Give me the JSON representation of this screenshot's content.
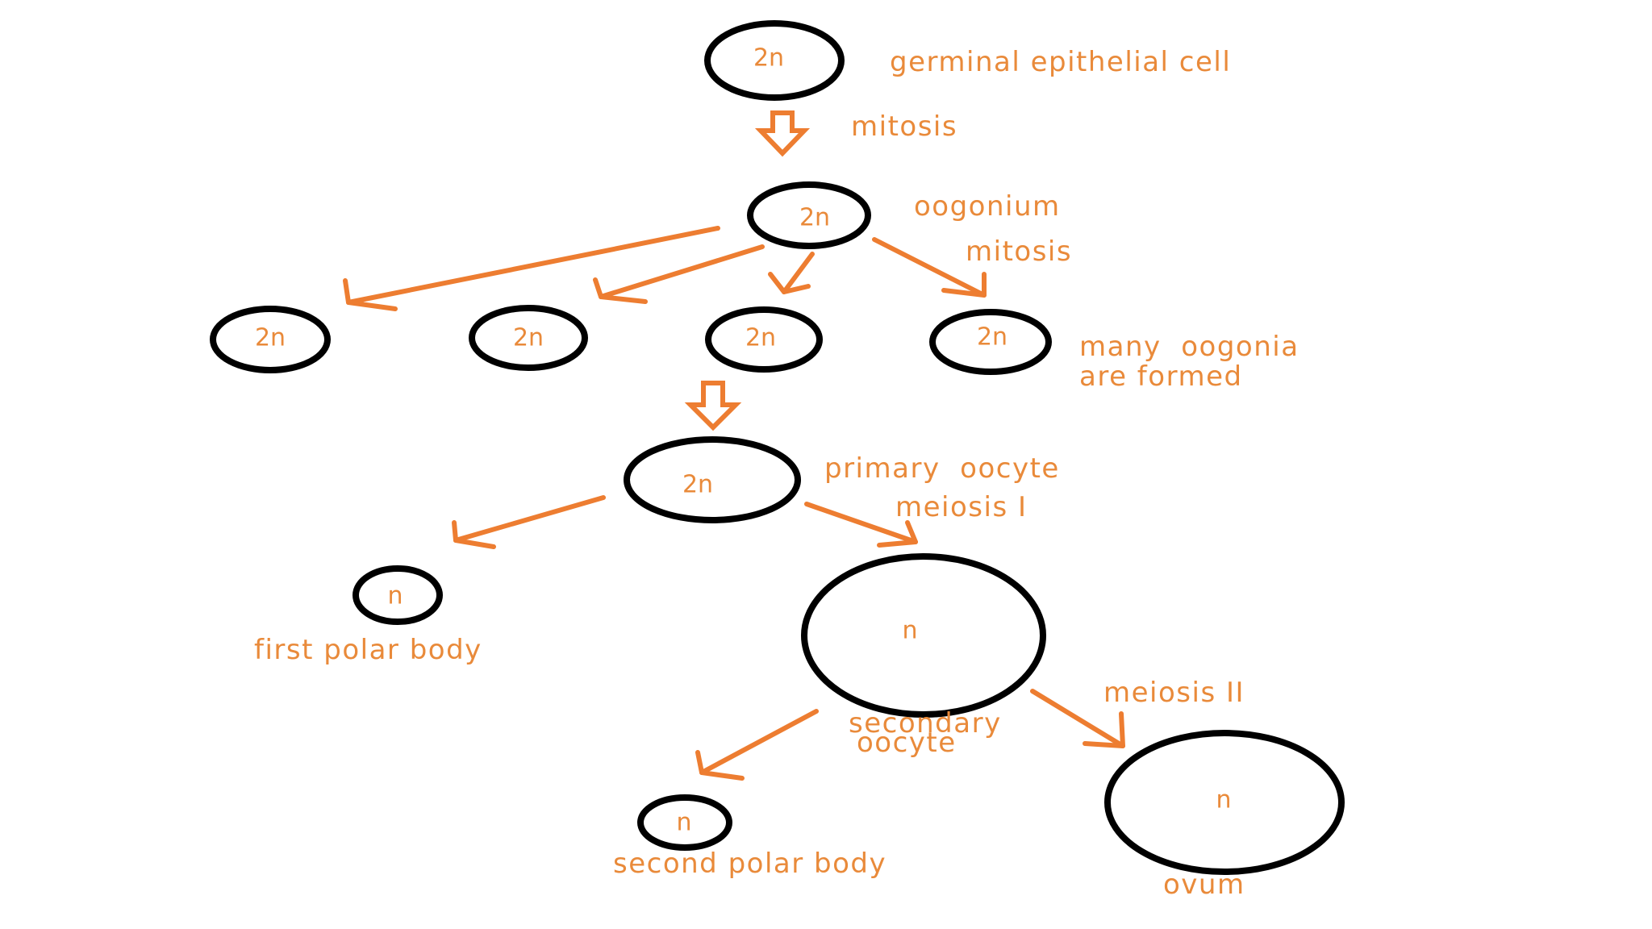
{
  "colors": {
    "label": "#e98a3a",
    "arrow": "#ed7d31",
    "cell_outline": "#000000",
    "background": "#ffffff"
  },
  "cells": {
    "germinal": "2n",
    "oogonium": "2n",
    "oogonia": [
      "2n",
      "2n",
      "2n",
      "2n"
    ],
    "primary_oocyte": "2n",
    "first_polar_body": "n",
    "secondary_oocyte": "n",
    "second_polar_body": "n",
    "ovum": "n"
  },
  "labels": {
    "germinal": "germinal epithelial cell",
    "mitosis_1": "mitosis",
    "oogonium": "oogonium",
    "mitosis_2": "mitosis",
    "many_oogonia_line1": "many  oogonia",
    "many_oogonia_line2": "are formed",
    "primary_oocyte": "primary  oocyte",
    "meiosis_1": "meiosis I",
    "first_polar_body": "first polar body",
    "meiosis_2": "meiosis II",
    "secondary_oocyte_line1": "secondary",
    "secondary_oocyte_line2": "oocyte",
    "second_polar_body": "second polar body",
    "ovum": "ovum"
  }
}
